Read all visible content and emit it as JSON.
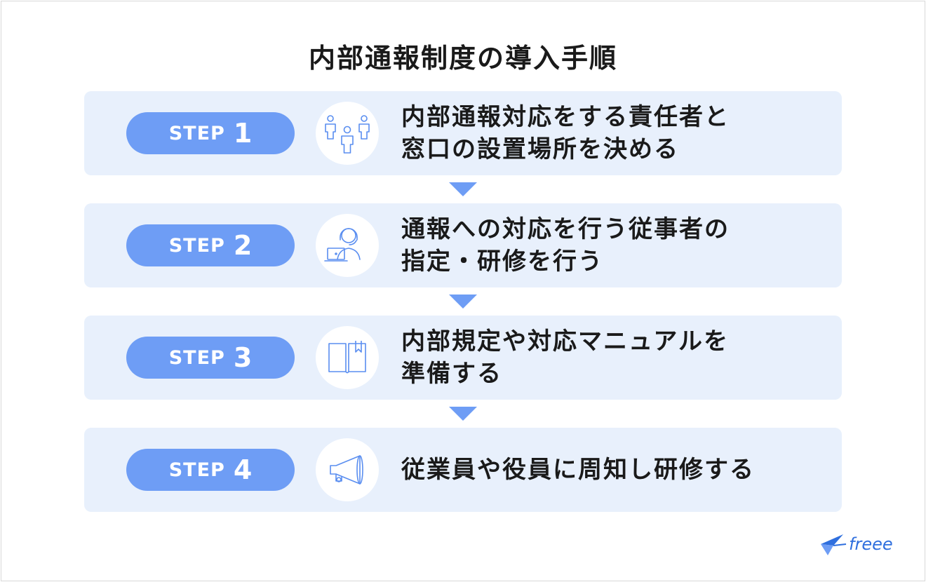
{
  "title": "内部通報制度の導入手順",
  "steps": [
    {
      "word": "STEP",
      "number": "1",
      "lines": [
        "内部通報対応をする責任者と",
        "窓口の設置場所を決める"
      ],
      "icon": "people-icon"
    },
    {
      "word": "STEP",
      "number": "2",
      "lines": [
        "通報への対応を行う従事者の",
        "指定・研修を行う"
      ],
      "icon": "operator-laptop-icon"
    },
    {
      "word": "STEP",
      "number": "3",
      "lines": [
        "内部規定や対応マニュアルを",
        "準備する"
      ],
      "icon": "book-icon"
    },
    {
      "word": "STEP",
      "number": "4",
      "lines": [
        "従業員や役員に周知し研修する"
      ],
      "icon": "megaphone-icon"
    }
  ],
  "logo": {
    "text": "freee",
    "icon": "bird-icon"
  },
  "colors": {
    "card_background": "#e8f0fc",
    "accent": "#6e9df5",
    "icon_stroke": "#5a8ef0",
    "title_text": "#1a1a1a",
    "logo": "#2f6fde"
  }
}
